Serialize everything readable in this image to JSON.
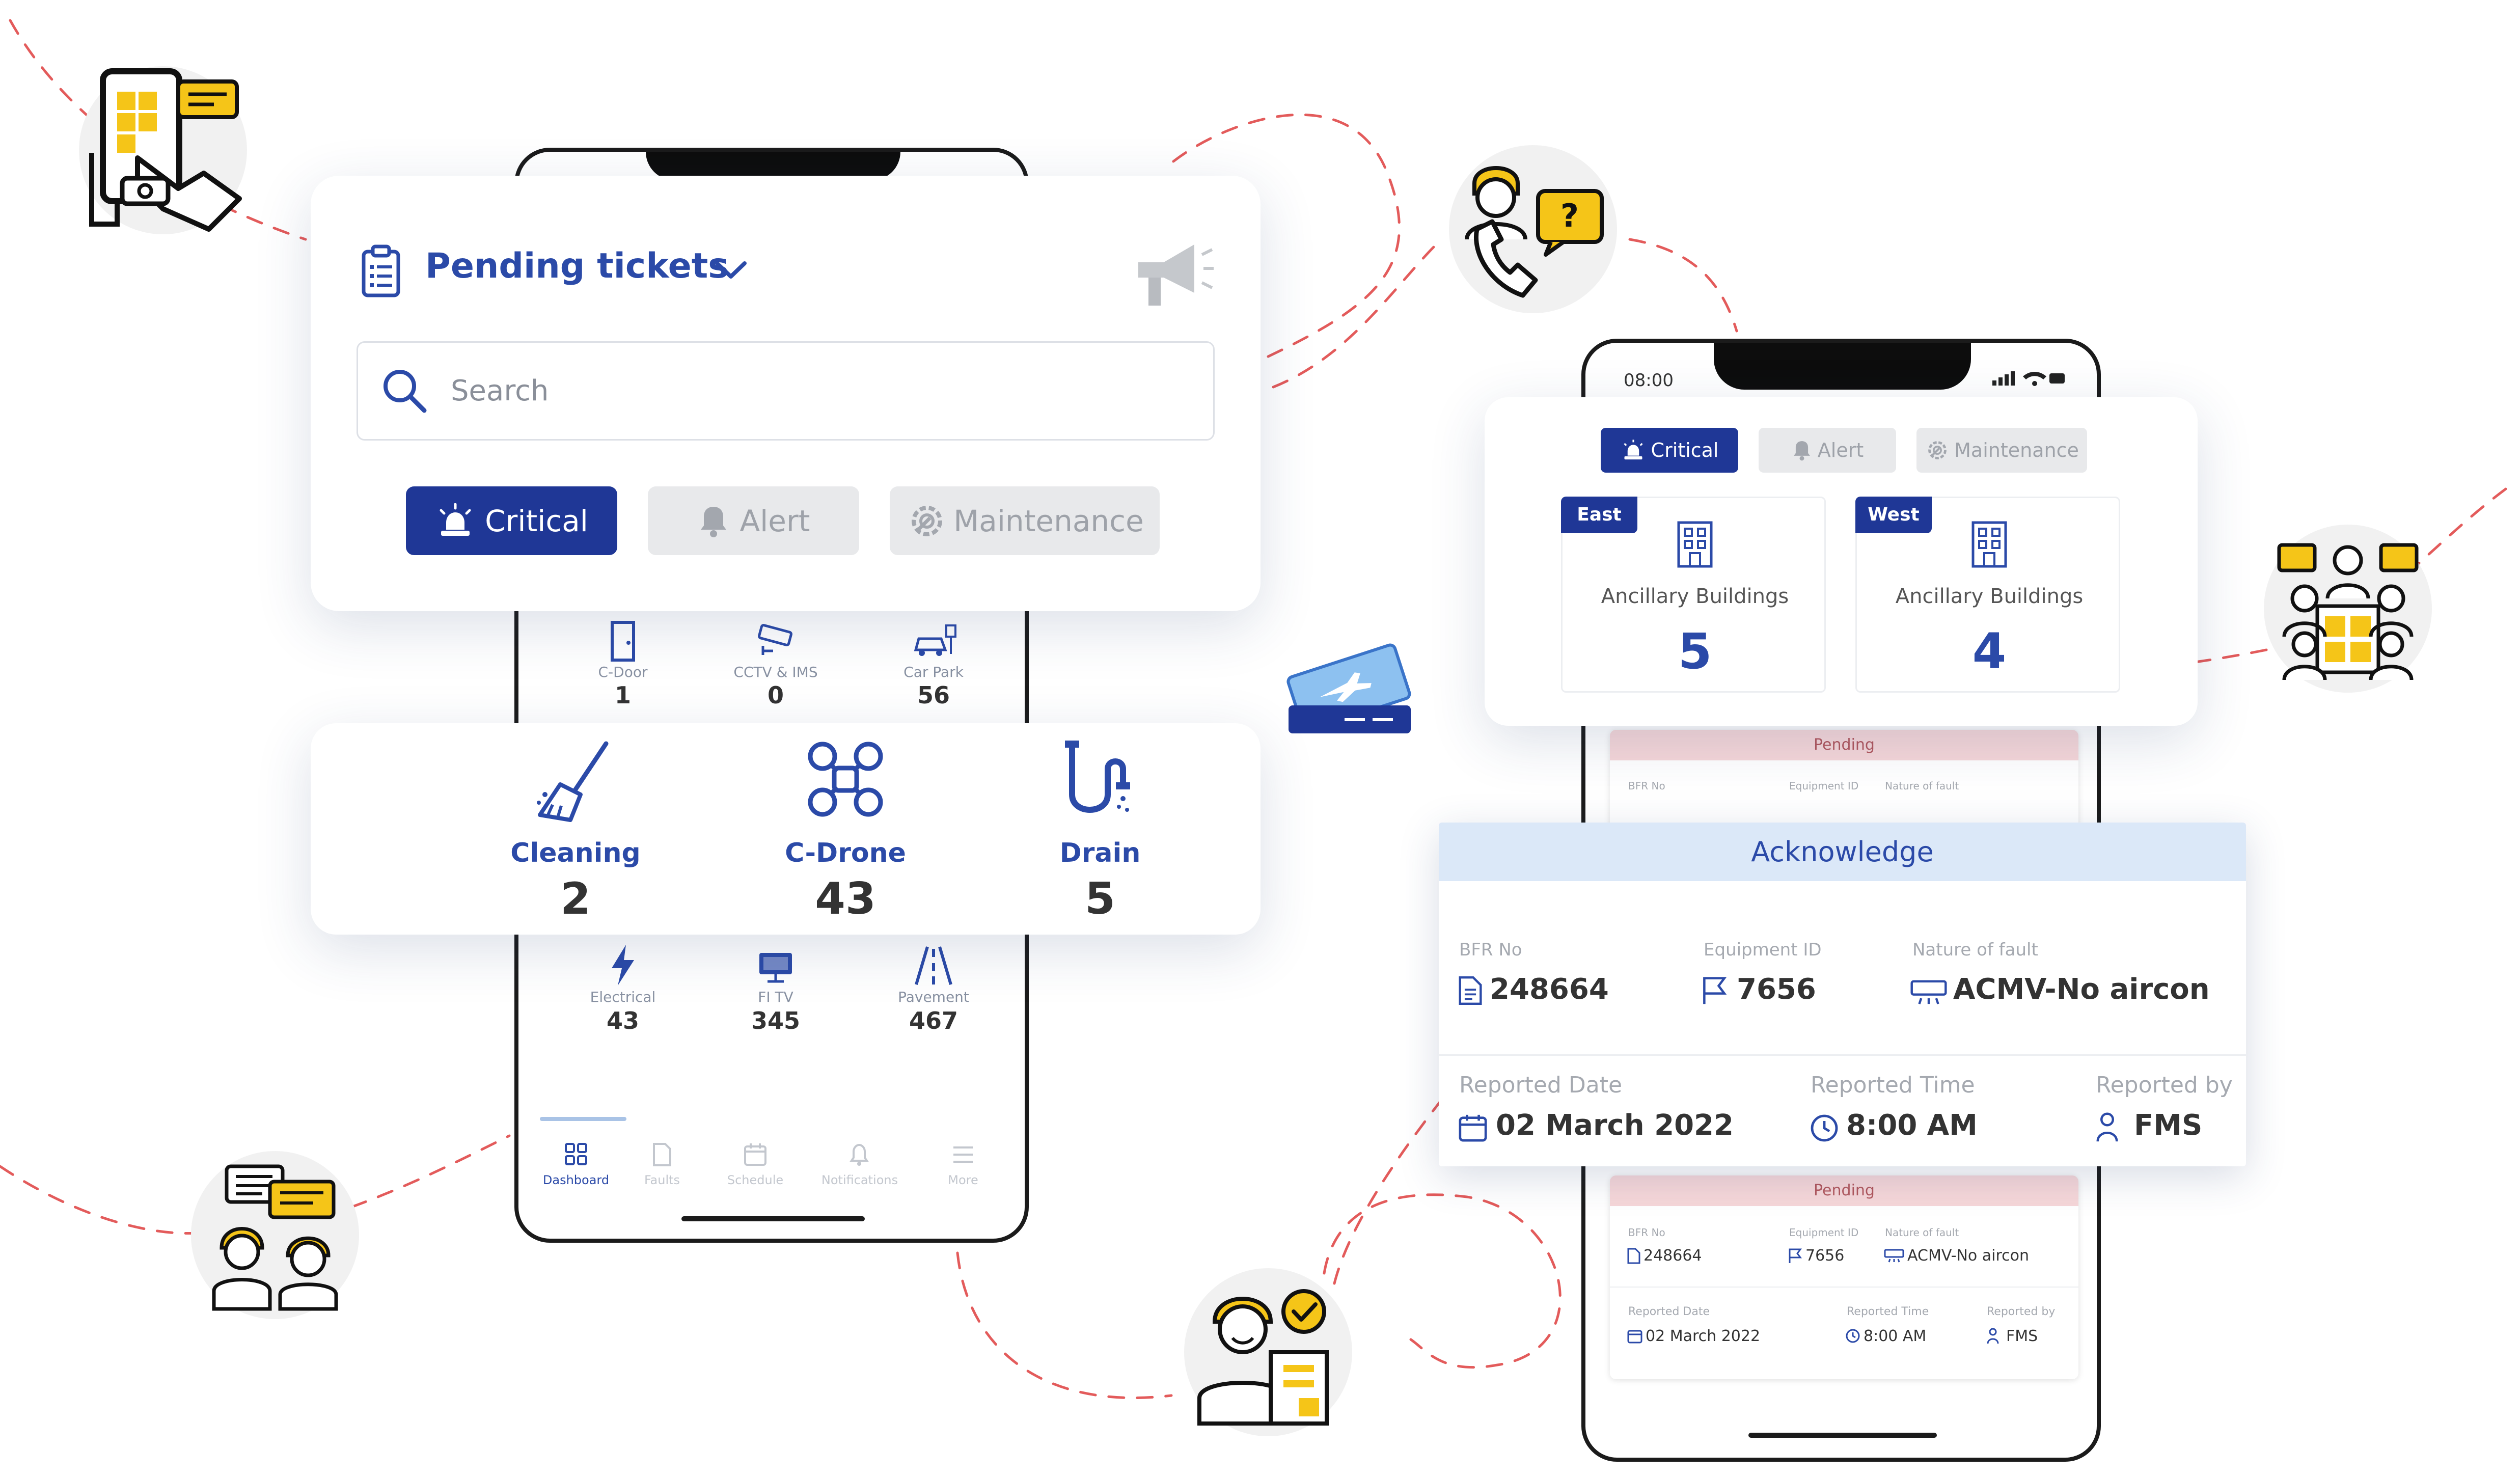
{
  "colors": {
    "primary": "#1f3796",
    "accent": "#f5c518",
    "muted": "#a9adb4",
    "dash": "#e35b5b",
    "pending_bg": "#f6d7d9",
    "ack_bg": "#dbe8f8"
  },
  "pending_card": {
    "title": "Pending tickets",
    "search_placeholder": "Search",
    "buttons": {
      "critical": "Critical",
      "alert": "Alert",
      "maintenance": "Maintenance"
    }
  },
  "phone_left": {
    "row1": [
      {
        "label": "C-Door",
        "count": "1"
      },
      {
        "label": "CCTV & IMS",
        "count": "0"
      },
      {
        "label": "Car Park",
        "count": "56"
      }
    ],
    "row3": [
      {
        "label": "Electrical",
        "count": "43"
      },
      {
        "label": "FI TV",
        "count": "345"
      },
      {
        "label": "Pavement",
        "count": "467"
      }
    ],
    "nav": [
      "Dashboard",
      "Faults",
      "Schedule",
      "Notifications",
      "More"
    ]
  },
  "category_card": [
    {
      "label": "Cleaning",
      "count": "2"
    },
    {
      "label": "C-Drone",
      "count": "43"
    },
    {
      "label": "Drain",
      "count": "5"
    }
  ],
  "phone_right": {
    "time": "08:00",
    "pending_label": "Pending",
    "small_ticket": {
      "bfr_label": "BFR No",
      "bfr": "248664",
      "equip_label": "Equipment ID",
      "equip": "7656",
      "fault_label": "Nature of fault",
      "fault": "ACMV-No aircon",
      "date_label": "Reported Date",
      "date": "02 March 2022",
      "time_label": "Reported Time",
      "time": "8:00 AM",
      "by_label": "Reported by",
      "by": "FMS"
    }
  },
  "region_card": {
    "buttons": {
      "critical": "Critical",
      "alert": "Alert",
      "maintenance": "Maintenance"
    },
    "regions": [
      {
        "tag": "East",
        "label": "Ancillary Buildings",
        "count": "5"
      },
      {
        "tag": "West",
        "label": "Ancillary Buildings",
        "count": "4"
      }
    ]
  },
  "ack_card": {
    "title": "Acknowledge",
    "bfr_label": "BFR No",
    "bfr": "248664",
    "equip_label": "Equipment ID",
    "equip": "7656",
    "fault_label": "Nature of fault",
    "fault": "ACMV-No aircon",
    "date_label": "Reported Date",
    "date": "02 March 2022",
    "time_label": "Reported Time",
    "time": "8:00 AM",
    "by_label": "Reported by",
    "by": "FMS"
  },
  "icons": [
    "phone-touch-icon",
    "support-call-icon",
    "ticket-icon",
    "team-chat-icon",
    "chat-people-icon",
    "approved-worker-icon"
  ]
}
